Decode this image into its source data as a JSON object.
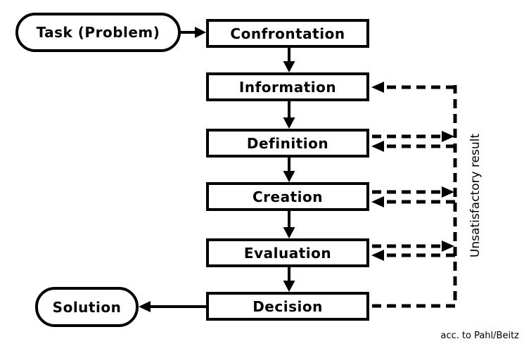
{
  "diagram": {
    "start_node": {
      "label": "Task (Problem)"
    },
    "end_node": {
      "label": "Solution"
    },
    "stages": [
      {
        "label": "Confrontation"
      },
      {
        "label": "Information"
      },
      {
        "label": "Definition"
      },
      {
        "label": "Creation"
      },
      {
        "label": "Evaluation"
      },
      {
        "label": "Decision"
      }
    ],
    "feedback_label": "Unsatisfactory result",
    "caption": "acc. to Pahl/Beitz",
    "colors": {
      "line": "#000000",
      "background": "#ffffff",
      "node_fill": "#ffffff"
    }
  }
}
